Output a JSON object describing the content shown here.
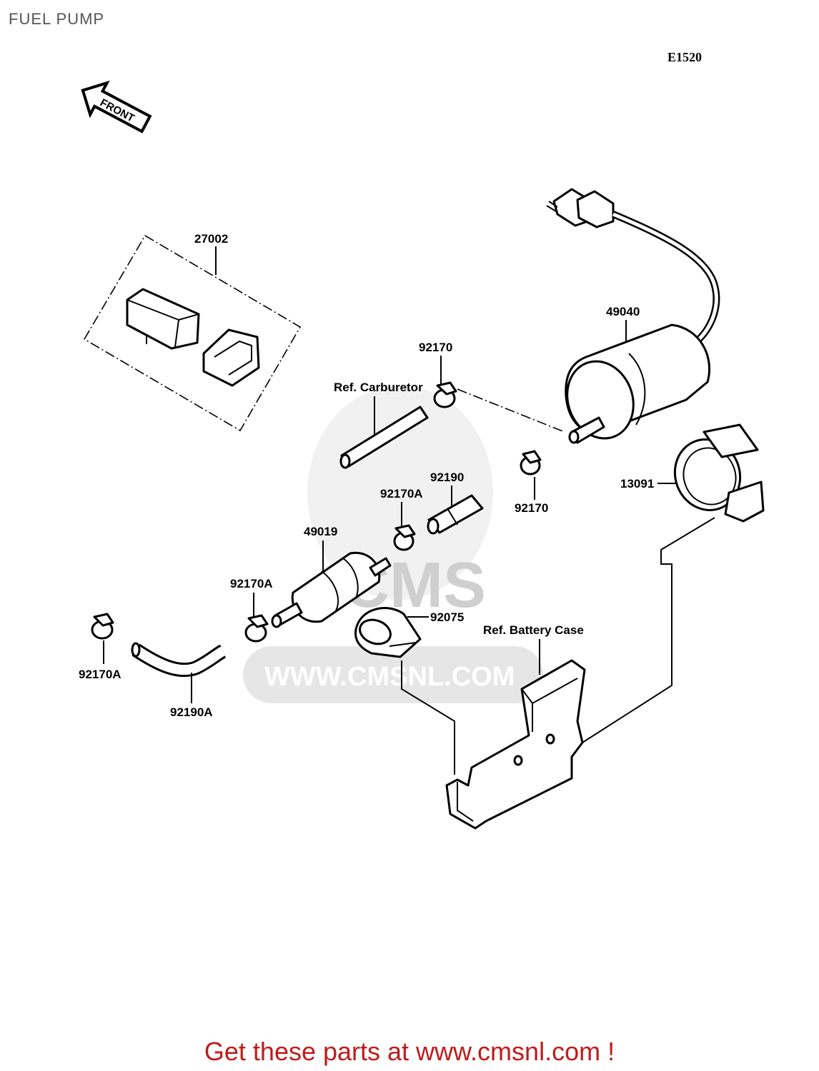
{
  "header": {
    "title": "FUEL PUMP",
    "diagram_code": "E1520"
  },
  "front_arrow": {
    "label": "FRONT"
  },
  "watermark": {
    "brand": "CMS",
    "url": "WWW.CMSNL.COM"
  },
  "parts": {
    "relay": "27002",
    "fuel_pump": "49040",
    "clamp_top": "92170",
    "ref_carburetor": "Ref. Carburetor",
    "clamp_right": "92170",
    "hose_short": "92190",
    "clamp_mid": "92170A",
    "filter": "49019",
    "clamp_filter": "92170A",
    "clamp_left": "92170A",
    "hose_left": "92190A",
    "damper_band": "92075",
    "ref_battery_case": "Ref. Battery Case",
    "pump_bracket": "13091"
  },
  "footer": {
    "text": "Get these parts at www.cmsnl.com !"
  }
}
